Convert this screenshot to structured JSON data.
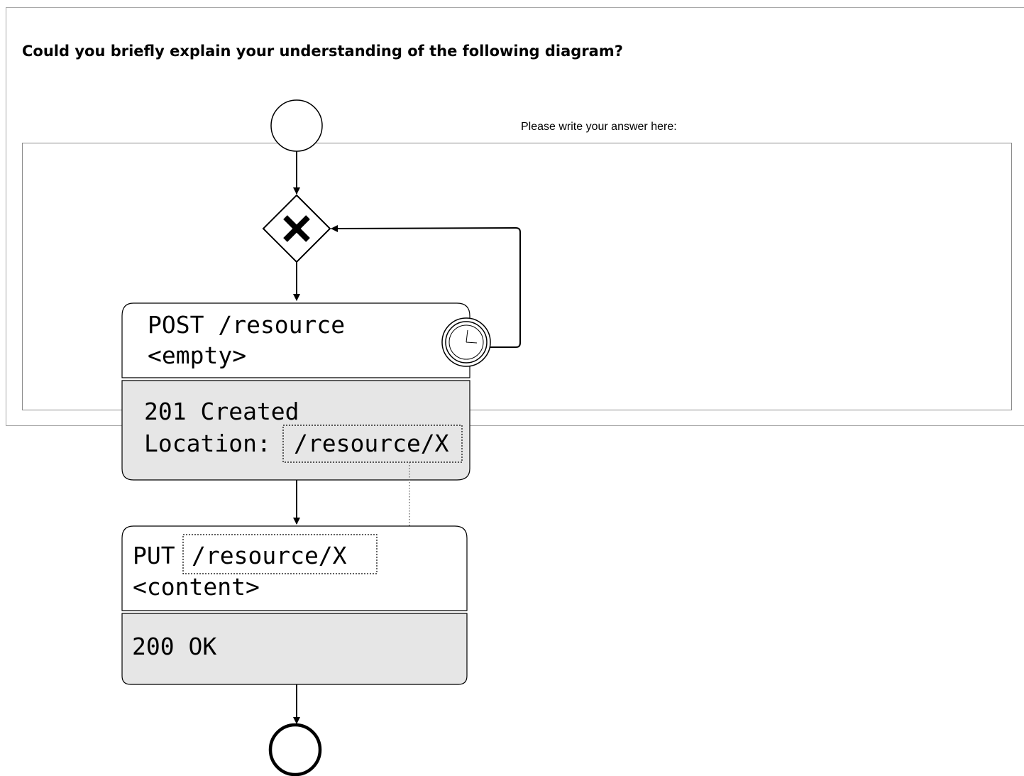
{
  "question": {
    "title": "Could you briefly explain your understanding of the following diagram?"
  },
  "answer": {
    "label": "Please write your answer here:",
    "value": ""
  },
  "diagram": {
    "request_1": {
      "line1": "POST /resource",
      "line2": "<empty>"
    },
    "response_1": {
      "line1": "201 Created",
      "line2_prefix": "Location:",
      "line2_link": "/resource/X"
    },
    "request_2": {
      "method": "PUT",
      "path": "/resource/X",
      "line2": "<content>"
    },
    "response_2": {
      "line1": "200 OK"
    },
    "icons": {
      "start": "start-event-circle",
      "gateway": "exclusive-gateway-x",
      "timer": "timer-clock",
      "end": "end-event-circle"
    }
  }
}
